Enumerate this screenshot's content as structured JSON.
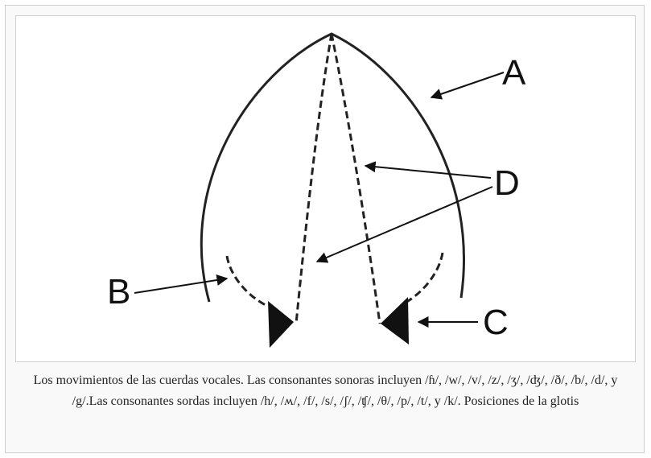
{
  "figure": {
    "labels": {
      "A": "A",
      "B": "B",
      "C": "C",
      "D": "D"
    }
  },
  "caption": {
    "text": "Los movimientos de las cuerdas vocales. Las consonantes sonoras incluyen /ɦ/, /w/, /v/, /z/, /ʒ/, /ʤ/, /ð/, /b/, /d/, y /g/.Las consonantes sordas incluyen /h/, /ʍ/, /f/, /s/, /ʃ/, /ʧ/, /θ/, /p/, /t/, y /k/. Posiciones de la glotis"
  }
}
